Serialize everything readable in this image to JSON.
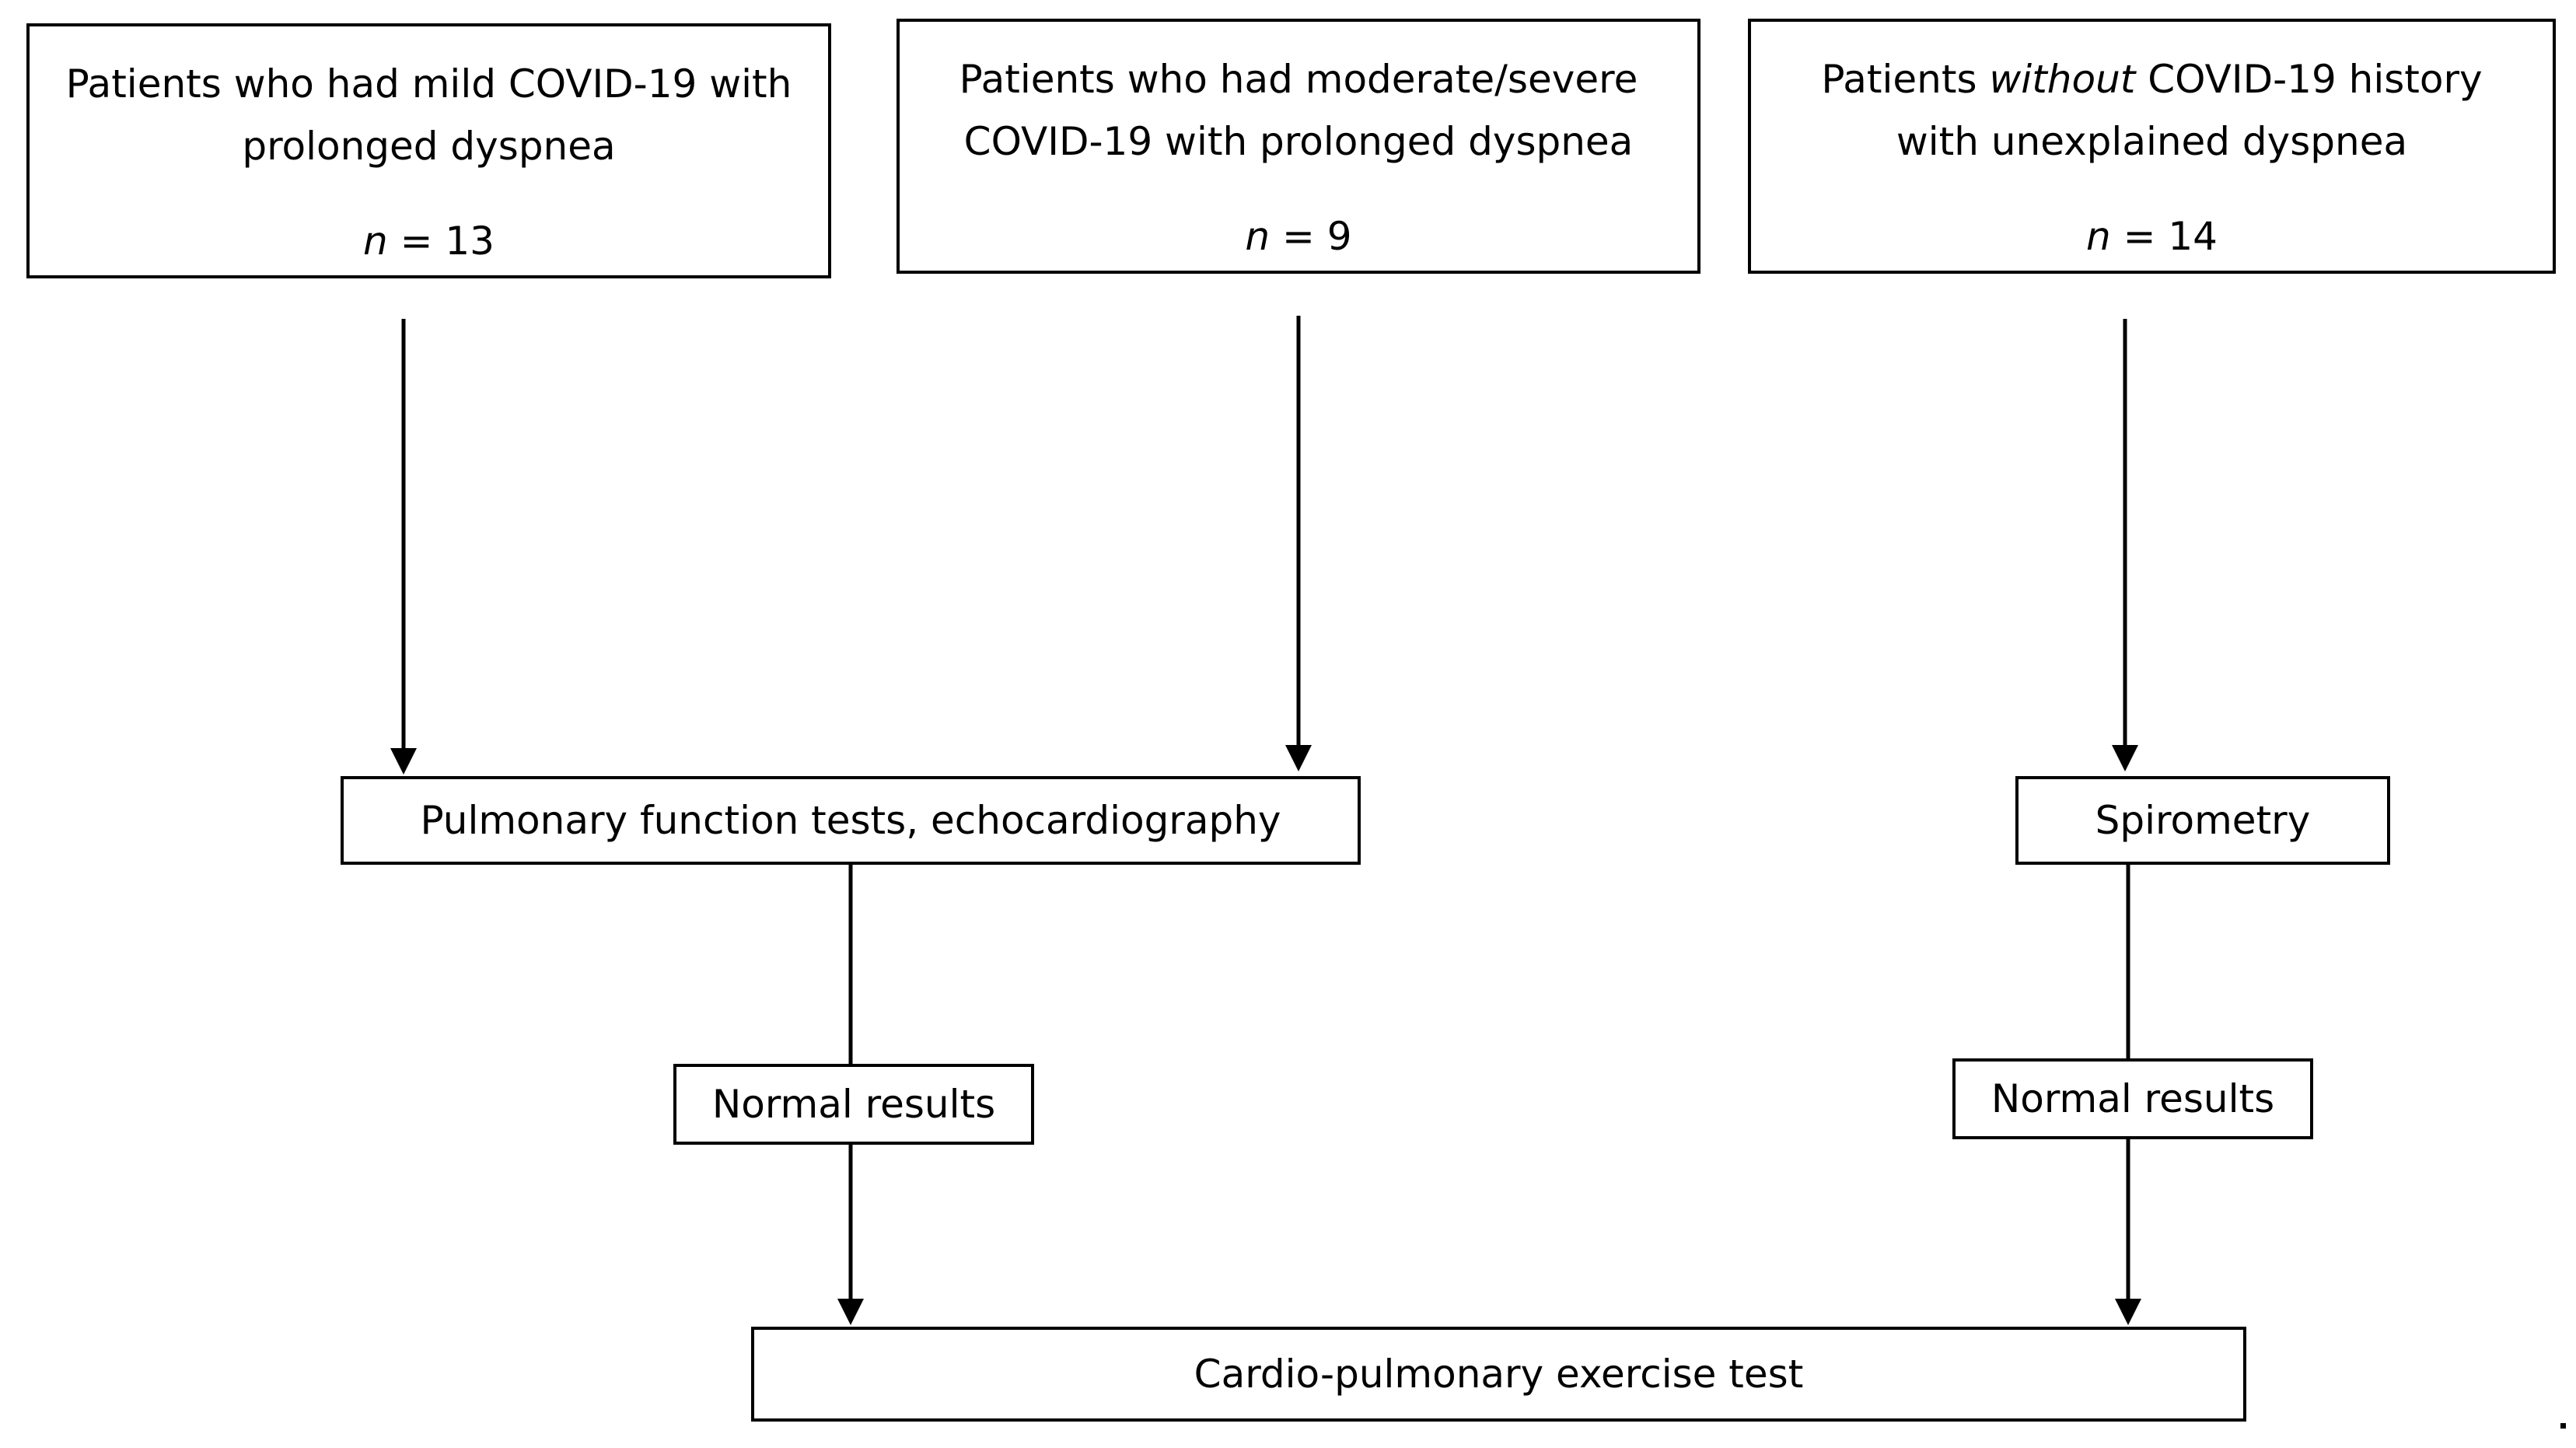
{
  "groups": [
    {
      "line1": "Patients who had mild COVID-19 with",
      "line2": "prolonged dyspnea",
      "n_prefix": "n",
      "n_value": " = 13"
    },
    {
      "line1": "Patients who had moderate/severe",
      "line2": "COVID-19 with prolonged dyspnea",
      "n_prefix": "n",
      "n_value": " = 9"
    },
    {
      "line1_pre": "Patients ",
      "line1_em": "without",
      "line1_post": " COVID-19 history",
      "line2": "with unexplained dyspnea",
      "n_prefix": "n",
      "n_value": " = 14"
    }
  ],
  "steps": {
    "pft_echo": "Pulmonary function tests, echocardiography",
    "spirometry": "Spirometry",
    "normal_results_left": "Normal results",
    "normal_results_right": "Normal results",
    "cpet": "Cardio-pulmonary exercise test"
  }
}
